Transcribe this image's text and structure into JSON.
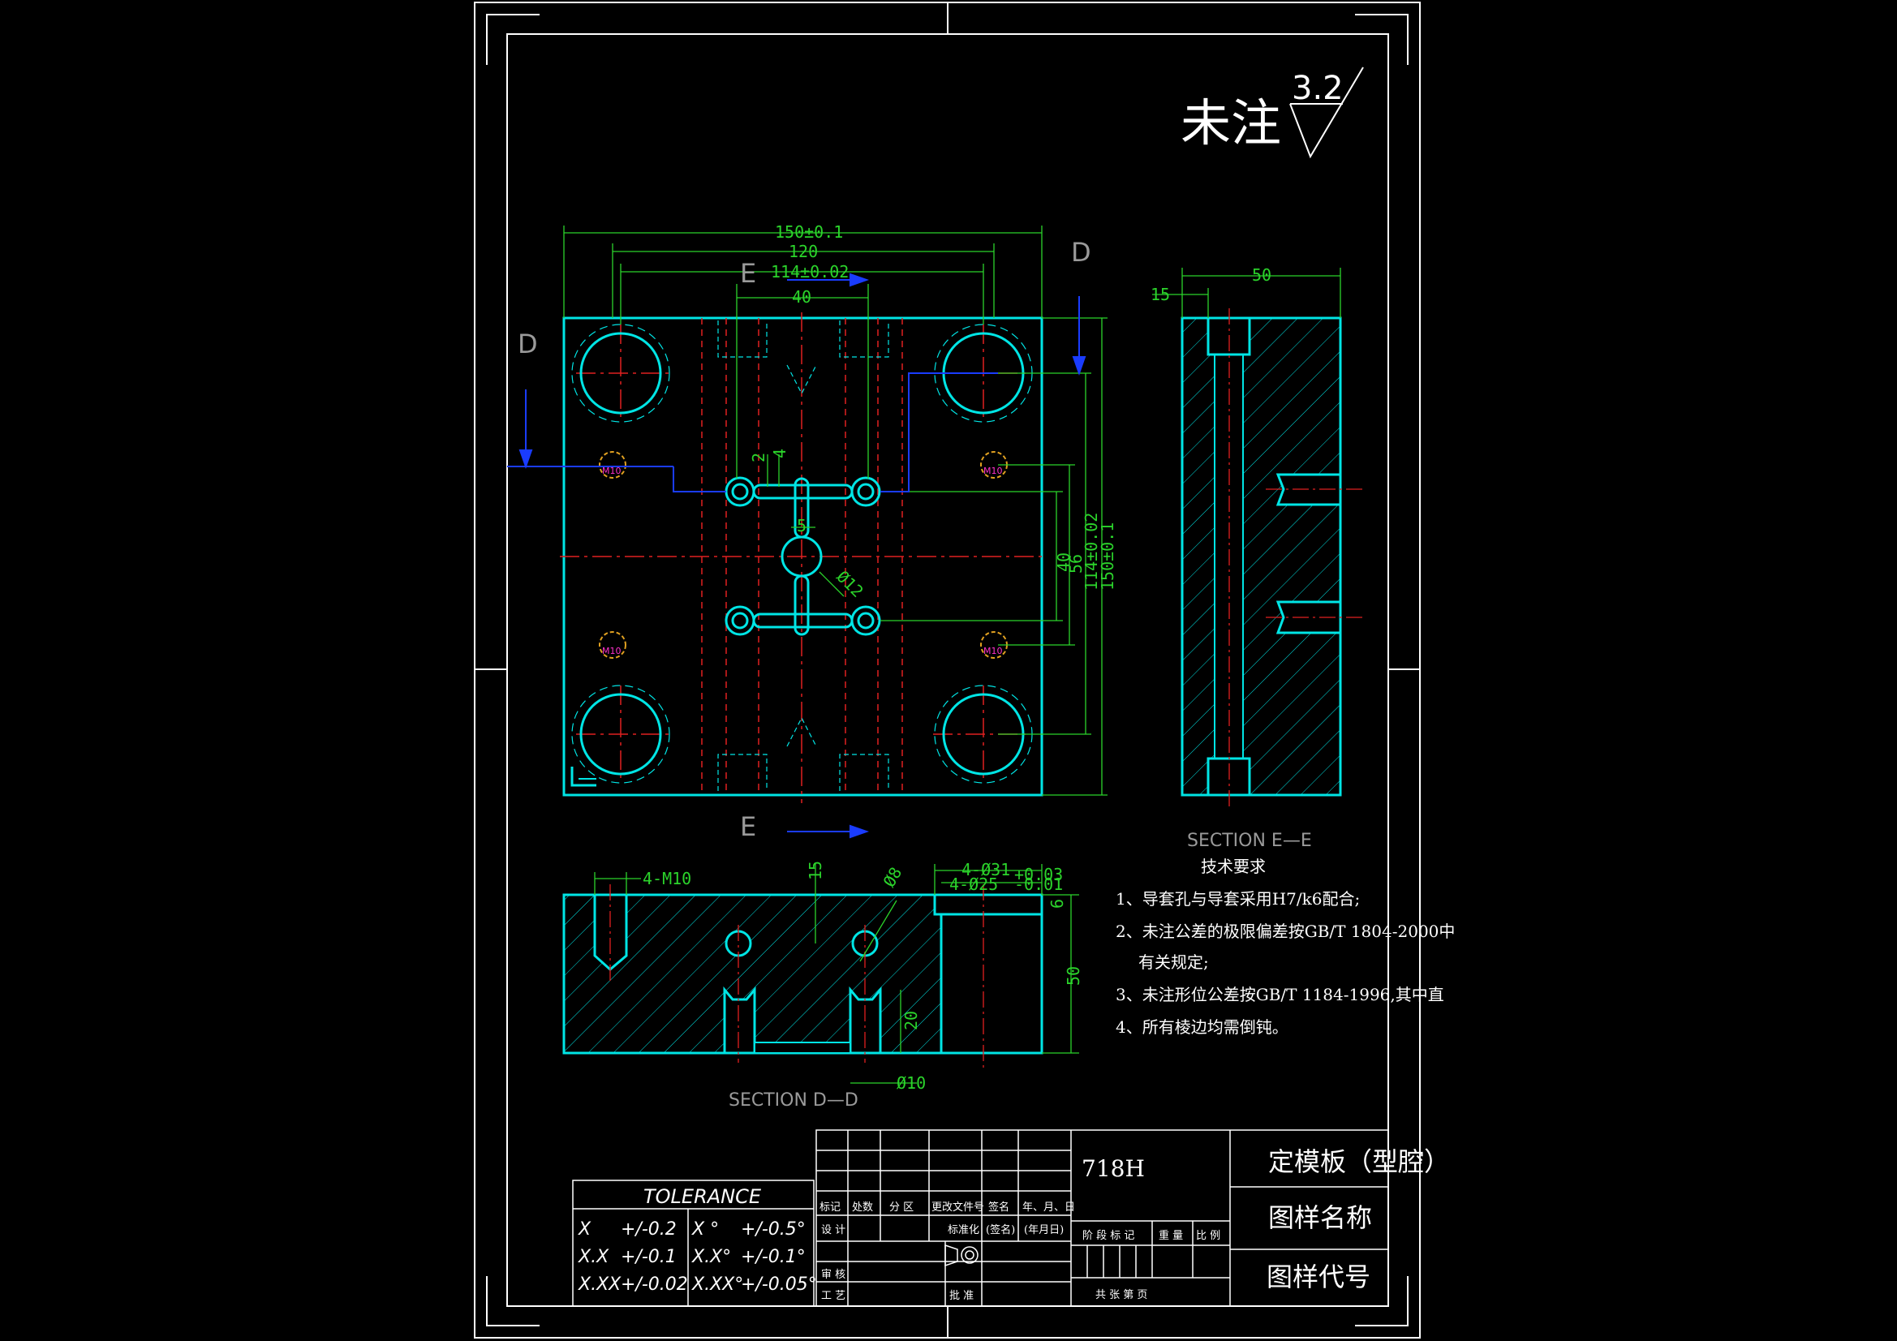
{
  "roughness": {
    "label": "未注",
    "value": "3.2"
  },
  "sections": {
    "d_marker": "D",
    "e_marker": "E",
    "section_ee": "SECTION E—E",
    "section_dd": "SECTION D—D"
  },
  "dimensions": {
    "top": [
      "150±0.1",
      "120",
      "114±0.02",
      "40"
    ],
    "right": [
      "40",
      "56",
      "114±0.02",
      "150±0.1"
    ],
    "small": [
      "2",
      "4",
      "5",
      "Ø12"
    ],
    "side": [
      "50",
      "15"
    ],
    "section_dd": [
      "4-M10",
      "15",
      "Ø8",
      "4-Ø31",
      "4-Ø25",
      "+0.03",
      "-0.01",
      "6",
      "50",
      "20",
      "Ø10"
    ],
    "thread_label": "M10"
  },
  "tech_requirements": {
    "title": "技术要求",
    "items": [
      "1、导套孔与导套采用H7/k6配合;",
      "2、未注公差的极限偏差按GB/T 1804-2000中",
      "有关规定;",
      "3、未注形位公差按GB/T 1184-1996,其中直",
      "4、所有棱边均需倒钝。"
    ]
  },
  "tolerance": {
    "title": "TOLERANCE",
    "rows": [
      {
        "fmt": "X",
        "val": "+/-0.2",
        "afmt": "X °",
        "aval": "+/-0.5°"
      },
      {
        "fmt": "X.X",
        "val": "+/-0.1",
        "afmt": "X.X°",
        "aval": "+/-0.1°"
      },
      {
        "fmt": "X.XX",
        "val": "+/-0.02",
        "afmt": "X.XX°",
        "aval": "+/-0.05°"
      }
    ]
  },
  "title_block": {
    "material": "718H",
    "part_name": "定模板（型腔）",
    "drawing_name": "图样名称",
    "drawing_code": "图样代号",
    "headers": [
      "标记",
      "处数",
      "分 区",
      "更改文件号",
      "签名",
      "年、月、日"
    ],
    "design": "设 计",
    "standardize": "标准化",
    "sign": "(签名)",
    "date": "(年月日)",
    "stage": "阶 段 标 记",
    "weight": "重 量",
    "scale": "比 例",
    "review": "审 核",
    "process": "工 艺",
    "approve": "批 准",
    "sheets": "共   张   第   页"
  },
  "colors": {
    "cyan": "#00e5e5",
    "green": "#2bd32b",
    "red": "#e02020",
    "blue": "#1a3cff",
    "white": "#ffffff"
  }
}
